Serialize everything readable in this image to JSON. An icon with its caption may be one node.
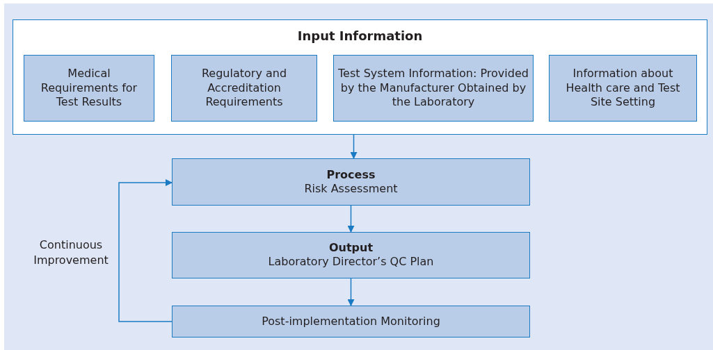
{
  "diagram": {
    "nodes": [
      {
        "text": [
          "Input Information"
        ]
      },
      {
        "text": [
          "Medical Requirements for Test Results"
        ],
        "in": 0
      },
      {
        "text": [
          "Regulatory and Accreditation Requirements"
        ],
        "in": 0
      },
      {
        "text": [
          "Test System Information: Provided by the Manufacturer Obtained by the Laboratory"
        ],
        "in": 0
      },
      {
        "text": [
          "Information about Health care and Test Site Setting"
        ],
        "in": 0
      },
      {
        "text": [
          "Process",
          "Risk Assessment"
        ]
      },
      {
        "text": [
          "Output",
          "Laboratory Director’s QC Plan"
        ]
      },
      {
        "text": [
          "Post-implementation Monitoring"
        ]
      }
    ],
    "edges": [
      {
        "from": 0,
        "to": 5,
        "arrow": "to"
      },
      {
        "from": 5,
        "to": 6,
        "arrow": "to"
      },
      {
        "from": 6,
        "to": 7,
        "arrow": "to"
      },
      {
        "from": 7,
        "to": 5,
        "arrow": "to",
        "label": "Continuous Improvement"
      }
    ]
  }
}
